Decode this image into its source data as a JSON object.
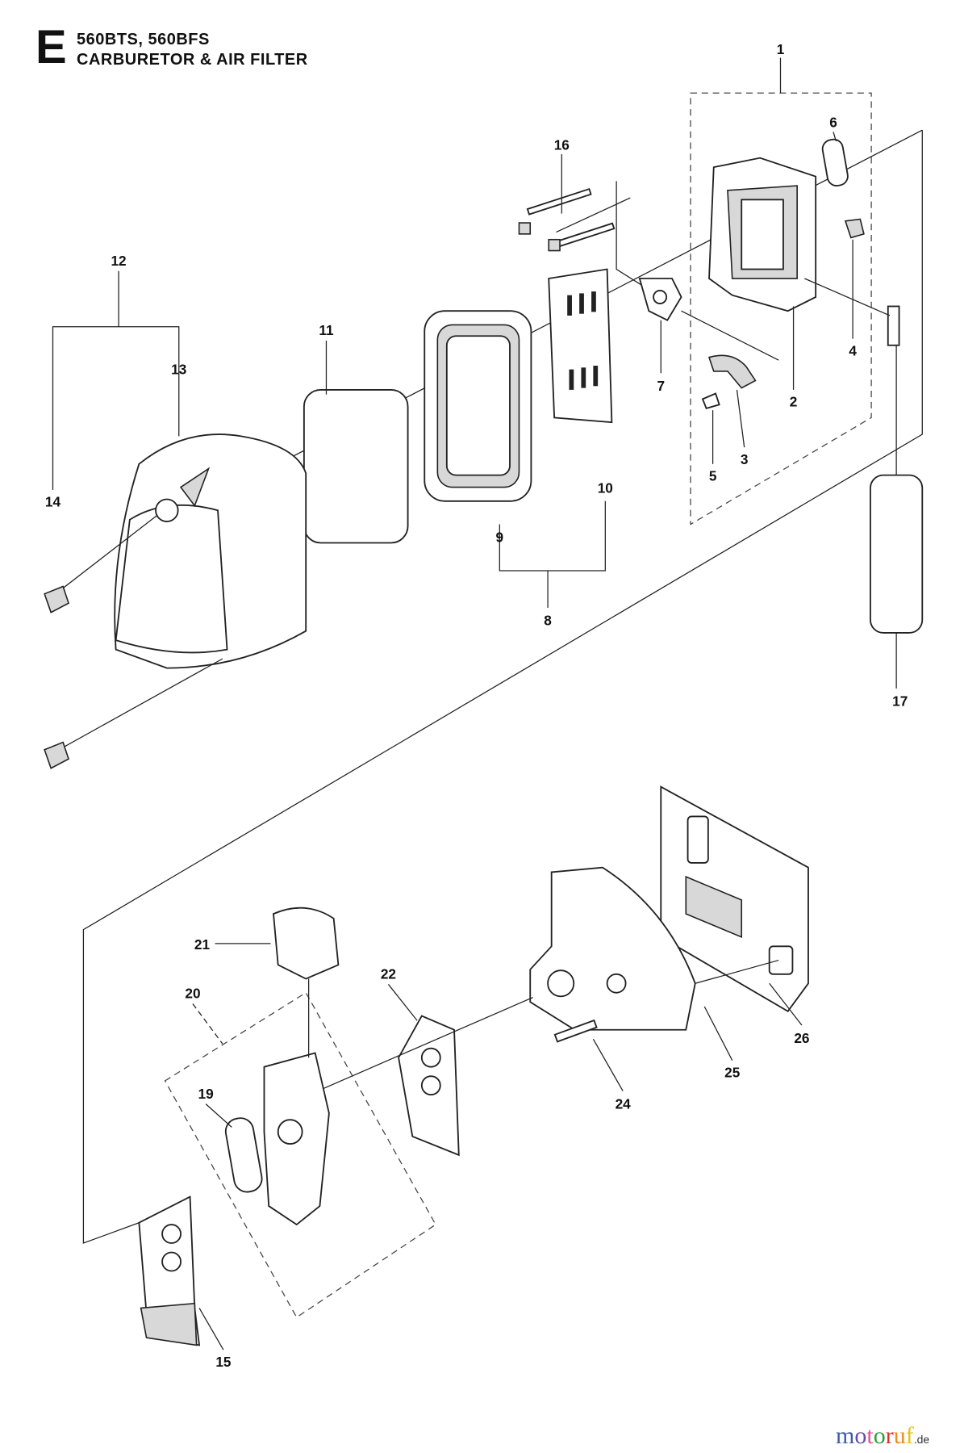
{
  "header": {
    "section_letter": "E",
    "models": "560BTS, 560BFS",
    "title": "CARBURETOR & AIR FILTER"
  },
  "callouts": {
    "c1": "1",
    "c2": "2",
    "c3": "3",
    "c4": "4",
    "c5": "5",
    "c6": "6",
    "c7": "7",
    "c8": "8",
    "c9": "9",
    "c10": "10",
    "c11": "11",
    "c12": "12",
    "c13": "13",
    "c14": "14",
    "c15": "15",
    "c16": "16",
    "c17": "17",
    "c19": "19",
    "c20": "20",
    "c21": "21",
    "c22": "22",
    "c24": "24",
    "c25": "25",
    "c26": "26"
  },
  "watermark": {
    "letters": [
      "m",
      "o",
      "t",
      "o",
      "r",
      "u",
      "f"
    ],
    "colors": [
      "#3b5bab",
      "#6a4aa8",
      "#e0559a",
      "#2e9e3e",
      "#d8322c",
      "#f08a1c",
      "#e8c21a"
    ],
    "tld": ".de"
  }
}
